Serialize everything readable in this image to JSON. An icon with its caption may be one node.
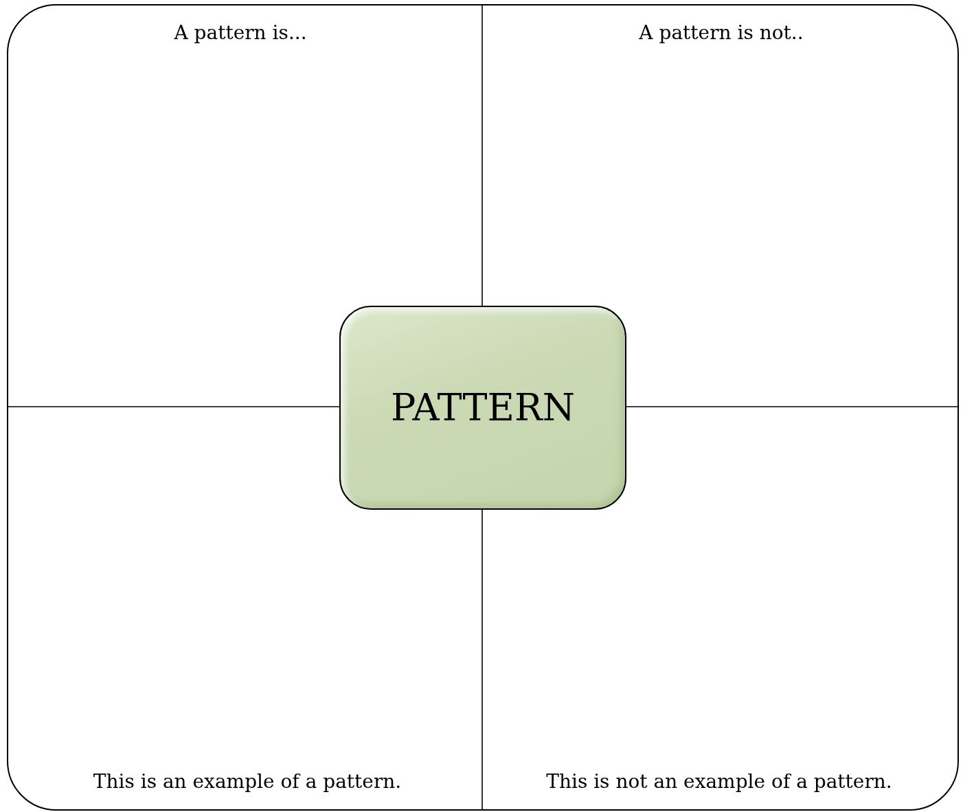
{
  "diagram": {
    "nodes": [
      {
        "text": [],
        "shape": "box"
      },
      {
        "text": [
          "A pattern is..."
        ],
        "in": 0
      },
      {
        "text": [
          "A pattern is not.."
        ],
        "in": 0
      },
      {
        "text": [
          "This is an example of a pattern."
        ],
        "in": 0
      },
      {
        "text": [
          "This is not an example of a pattern."
        ],
        "in": 0
      },
      {
        "text": [
          "PATTERN"
        ],
        "in": 0
      }
    ]
  }
}
